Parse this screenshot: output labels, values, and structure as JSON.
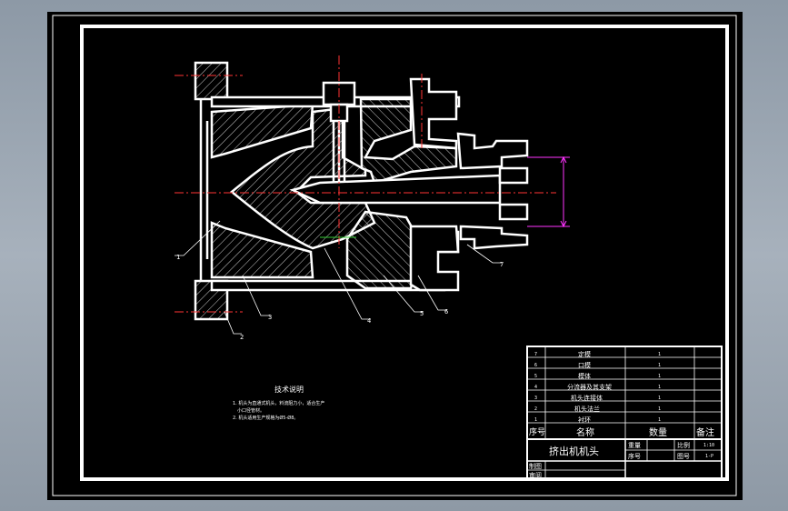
{
  "notes": {
    "heading": "技术说明",
    "lines": [
      "1. 机头为直通式机头，料流阻力小，适合生产",
      "小口径管材。",
      "2. 机头适用生产规格为Ø5-Ø8。"
    ]
  },
  "callouts": [
    "1",
    "2",
    "3",
    "4",
    "5",
    "6",
    "7"
  ],
  "bom": {
    "rows": [
      {
        "no": "7",
        "name": "定模",
        "qty": "1",
        "note": ""
      },
      {
        "no": "6",
        "name": "口模",
        "qty": "1",
        "note": ""
      },
      {
        "no": "5",
        "name": "模体",
        "qty": "1",
        "note": ""
      },
      {
        "no": "4",
        "name": "分流器及其支架",
        "qty": "1",
        "note": ""
      },
      {
        "no": "3",
        "name": "机头连接体",
        "qty": "1",
        "note": ""
      },
      {
        "no": "2",
        "name": "机头法兰",
        "qty": "1",
        "note": ""
      },
      {
        "no": "1",
        "name": "衬环",
        "qty": "1",
        "note": ""
      }
    ],
    "header": {
      "no": "序号",
      "name": "名称",
      "qty": "数量",
      "note": "备注"
    }
  },
  "title_block": {
    "title": "挤出机机头",
    "drawn_label": "制图",
    "checked_label": "审阅",
    "scale_label": "比例",
    "scale_value": "1:10",
    "drawing_no_label": "图号",
    "drawing_no_value": "1-P",
    "material_label": "重量",
    "sheet_label": "序号"
  },
  "colors": {
    "background": "#000000",
    "line": "#ffffff",
    "centerline": "#ff3333",
    "dimension": "#ff33ff",
    "hidden": "#33cc33",
    "window": "#97a3ae"
  }
}
